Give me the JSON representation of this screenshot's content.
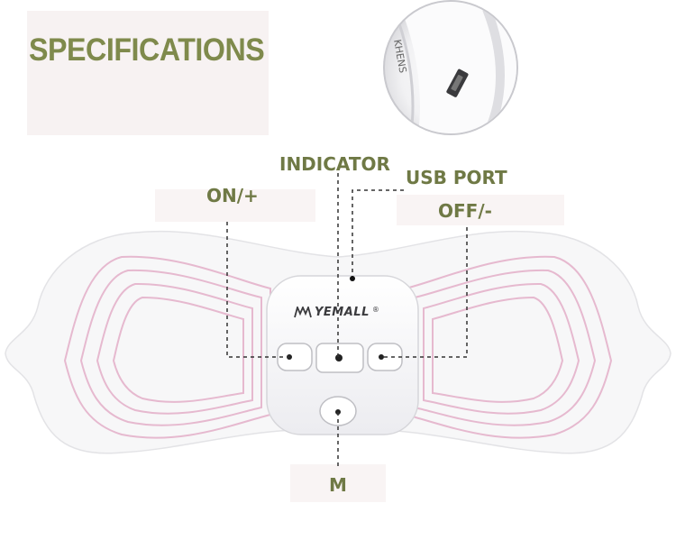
{
  "title": "SPECIFICATIONS",
  "labels": {
    "indicator": "INDICATOR",
    "usb_port": "USB PORT",
    "on_plus": "ON/+",
    "off_minus": "OFF/-",
    "m": "M"
  },
  "brand": "YEMALL",
  "colors": {
    "title": "#7f8a4c",
    "labels": "#6f7945",
    "pad_lines": "#e6b9cf",
    "pad_fill": "#f7f7f8"
  }
}
